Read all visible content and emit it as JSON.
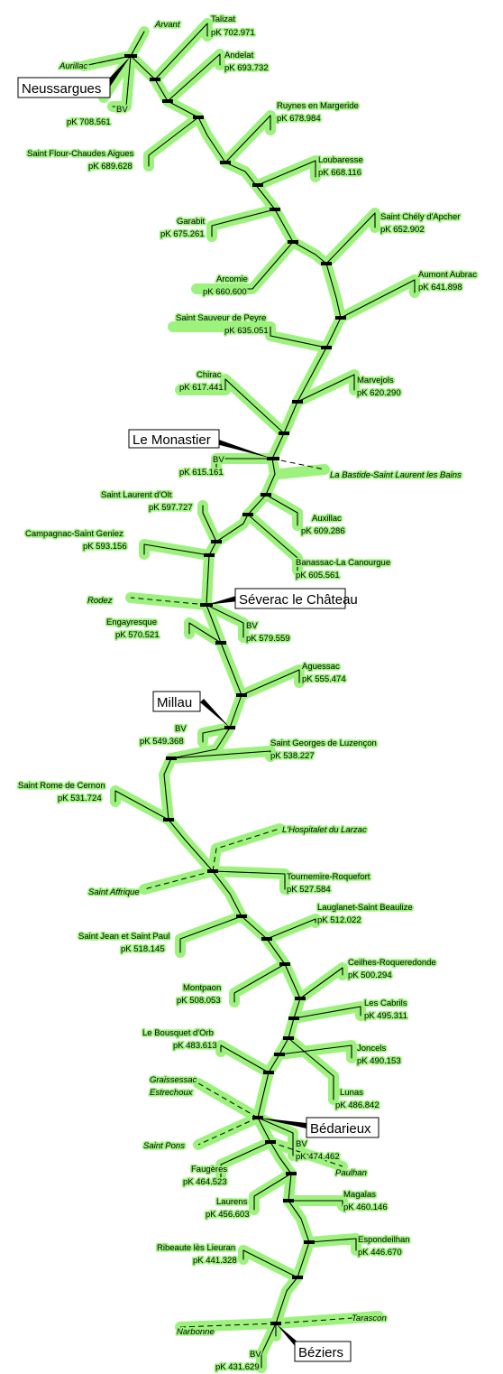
{
  "stations": [
    {
      "id": "talizat",
      "name": "Talizat",
      "pk": "pK 702.971"
    },
    {
      "id": "andelat",
      "name": "Andelat",
      "pk": "pK 693.732"
    },
    {
      "id": "ruynes",
      "name": "Ruynes en Margeride",
      "pk": "pK 678.984"
    },
    {
      "id": "saint-flour",
      "name": "Saint Flour-Chaudes Aigues",
      "pk": "pK 689.628"
    },
    {
      "id": "loubaresse",
      "name": "Loubaresse",
      "pk": "pK 668.116"
    },
    {
      "id": "garabit",
      "name": "Garabit",
      "pk": "pK 675.261"
    },
    {
      "id": "saint-chely",
      "name": "Saint Chély d'Apcher",
      "pk": "pK 652.902"
    },
    {
      "id": "arcomie",
      "name": "Arcomie",
      "pk": "pK 660.600"
    },
    {
      "id": "aumont",
      "name": "Aumont Aubrac",
      "pk": "pK 641.898"
    },
    {
      "id": "saint-sauveur",
      "name": "Saint Sauveur de Peyre",
      "pk": "pK 635.051"
    },
    {
      "id": "chirac",
      "name": "Chirac",
      "pk": "pK 617.441"
    },
    {
      "id": "marvejols",
      "name": "Marvejols",
      "pk": "pK 620.290"
    },
    {
      "id": "monastier-bv",
      "name": "BV",
      "pk": "pK 615.161"
    },
    {
      "id": "saint-laurent-olt",
      "name": "Saint Laurent d'Olt",
      "pk": "pK 597.727"
    },
    {
      "id": "auxillac",
      "name": "Auxillac",
      "pk": "pK 609.286"
    },
    {
      "id": "campagnac",
      "name": "Campagnac-Saint Geniez",
      "pk": "pK 593.156"
    },
    {
      "id": "banassac",
      "name": "Banassac-La Canourgue",
      "pk": "pK 605.561"
    },
    {
      "id": "severac-bv",
      "name": "BV",
      "pk": "pK 579.559"
    },
    {
      "id": "engayresque",
      "name": "Engayresque",
      "pk": "pK 570.521"
    },
    {
      "id": "aguessac",
      "name": "Aguessac",
      "pk": "pK 555.474"
    },
    {
      "id": "millau-bv",
      "name": "BV",
      "pk": "pK 549.368"
    },
    {
      "id": "saint-georges",
      "name": "Saint Georges de Luzençon",
      "pk": "pK 538.227"
    },
    {
      "id": "saint-rome",
      "name": "Saint Rome de Cernon",
      "pk": "pK 531.724"
    },
    {
      "id": "tournemire",
      "name": "Tournemire-Roquefort",
      "pk": "pK 527.584"
    },
    {
      "id": "lauglanet",
      "name": "Lauglanet-Saint Beaulize",
      "pk": "pK 512.022"
    },
    {
      "id": "saint-jean",
      "name": "Saint Jean et Saint Paul",
      "pk": "pK 518.145"
    },
    {
      "id": "ceilhes",
      "name": "Ceilhes-Roqueredonde",
      "pk": "pK 500.294"
    },
    {
      "id": "montpaon",
      "name": "Montpaon",
      "pk": "pK 508.053"
    },
    {
      "id": "cabrils",
      "name": "Les Cabrils",
      "pk": "pK 495.311"
    },
    {
      "id": "bousquet",
      "name": "Le Bousquet d'Orb",
      "pk": "pK 483.613"
    },
    {
      "id": "joncels",
      "name": "Joncels",
      "pk": "pK 490.153"
    },
    {
      "id": "lunas",
      "name": "Lunas",
      "pk": "pK 486.842"
    },
    {
      "id": "bedarieux-bv",
      "name": "BV",
      "pk": "pK 474.462"
    },
    {
      "id": "faugeres",
      "name": "Faugères",
      "pk": "pK 464.523"
    },
    {
      "id": "magalas",
      "name": "Magalas",
      "pk": "pK 460.146"
    },
    {
      "id": "laurens",
      "name": "Laurens",
      "pk": "pK 456.603"
    },
    {
      "id": "espondeilhan",
      "name": "Espondeilhan",
      "pk": "pK 446.670"
    },
    {
      "id": "ribeaute",
      "name": "Ribeaute lès Lieuran",
      "pk": "pK 441.328"
    },
    {
      "id": "beziers-bv",
      "name": "BV",
      "pk": "pK 431.629"
    },
    {
      "id": "neussargues-bv",
      "name": "BV",
      "pk": "pK 708.561"
    }
  ],
  "hubs": [
    {
      "id": "neussargues",
      "name": "Neussargues"
    },
    {
      "id": "le-monastier",
      "name": "Le Monastier"
    },
    {
      "id": "severac",
      "name": "Séverac le Château"
    },
    {
      "id": "millau",
      "name": "Millau"
    },
    {
      "id": "bedarieux",
      "name": "Bédarieux"
    },
    {
      "id": "beziers",
      "name": "Béziers"
    }
  ],
  "connections": [
    {
      "id": "arvant",
      "name": "Arvant"
    },
    {
      "id": "aurillac",
      "name": "Aurillac"
    },
    {
      "id": "la-bastide",
      "name": "La Bastide-Saint Laurent les Bains"
    },
    {
      "id": "rodez",
      "name": "Rodez"
    },
    {
      "id": "hospitalet",
      "name": "L'Hospitalet du Larzac"
    },
    {
      "id": "saint-affrique",
      "name": "Saint Affrique"
    },
    {
      "id": "graissessac",
      "name": "Graissessac"
    },
    {
      "id": "estrechoux",
      "name": "Estrechoux"
    },
    {
      "id": "saint-pons",
      "name": "Saint Pons"
    },
    {
      "id": "paulhan",
      "name": "Paulhan"
    },
    {
      "id": "narbonne",
      "name": "Narbonne"
    },
    {
      "id": "tarascon",
      "name": "Tarascon"
    }
  ],
  "colors": {
    "halo": "#9df27e",
    "line": "#000000",
    "box": "#ffffff"
  }
}
